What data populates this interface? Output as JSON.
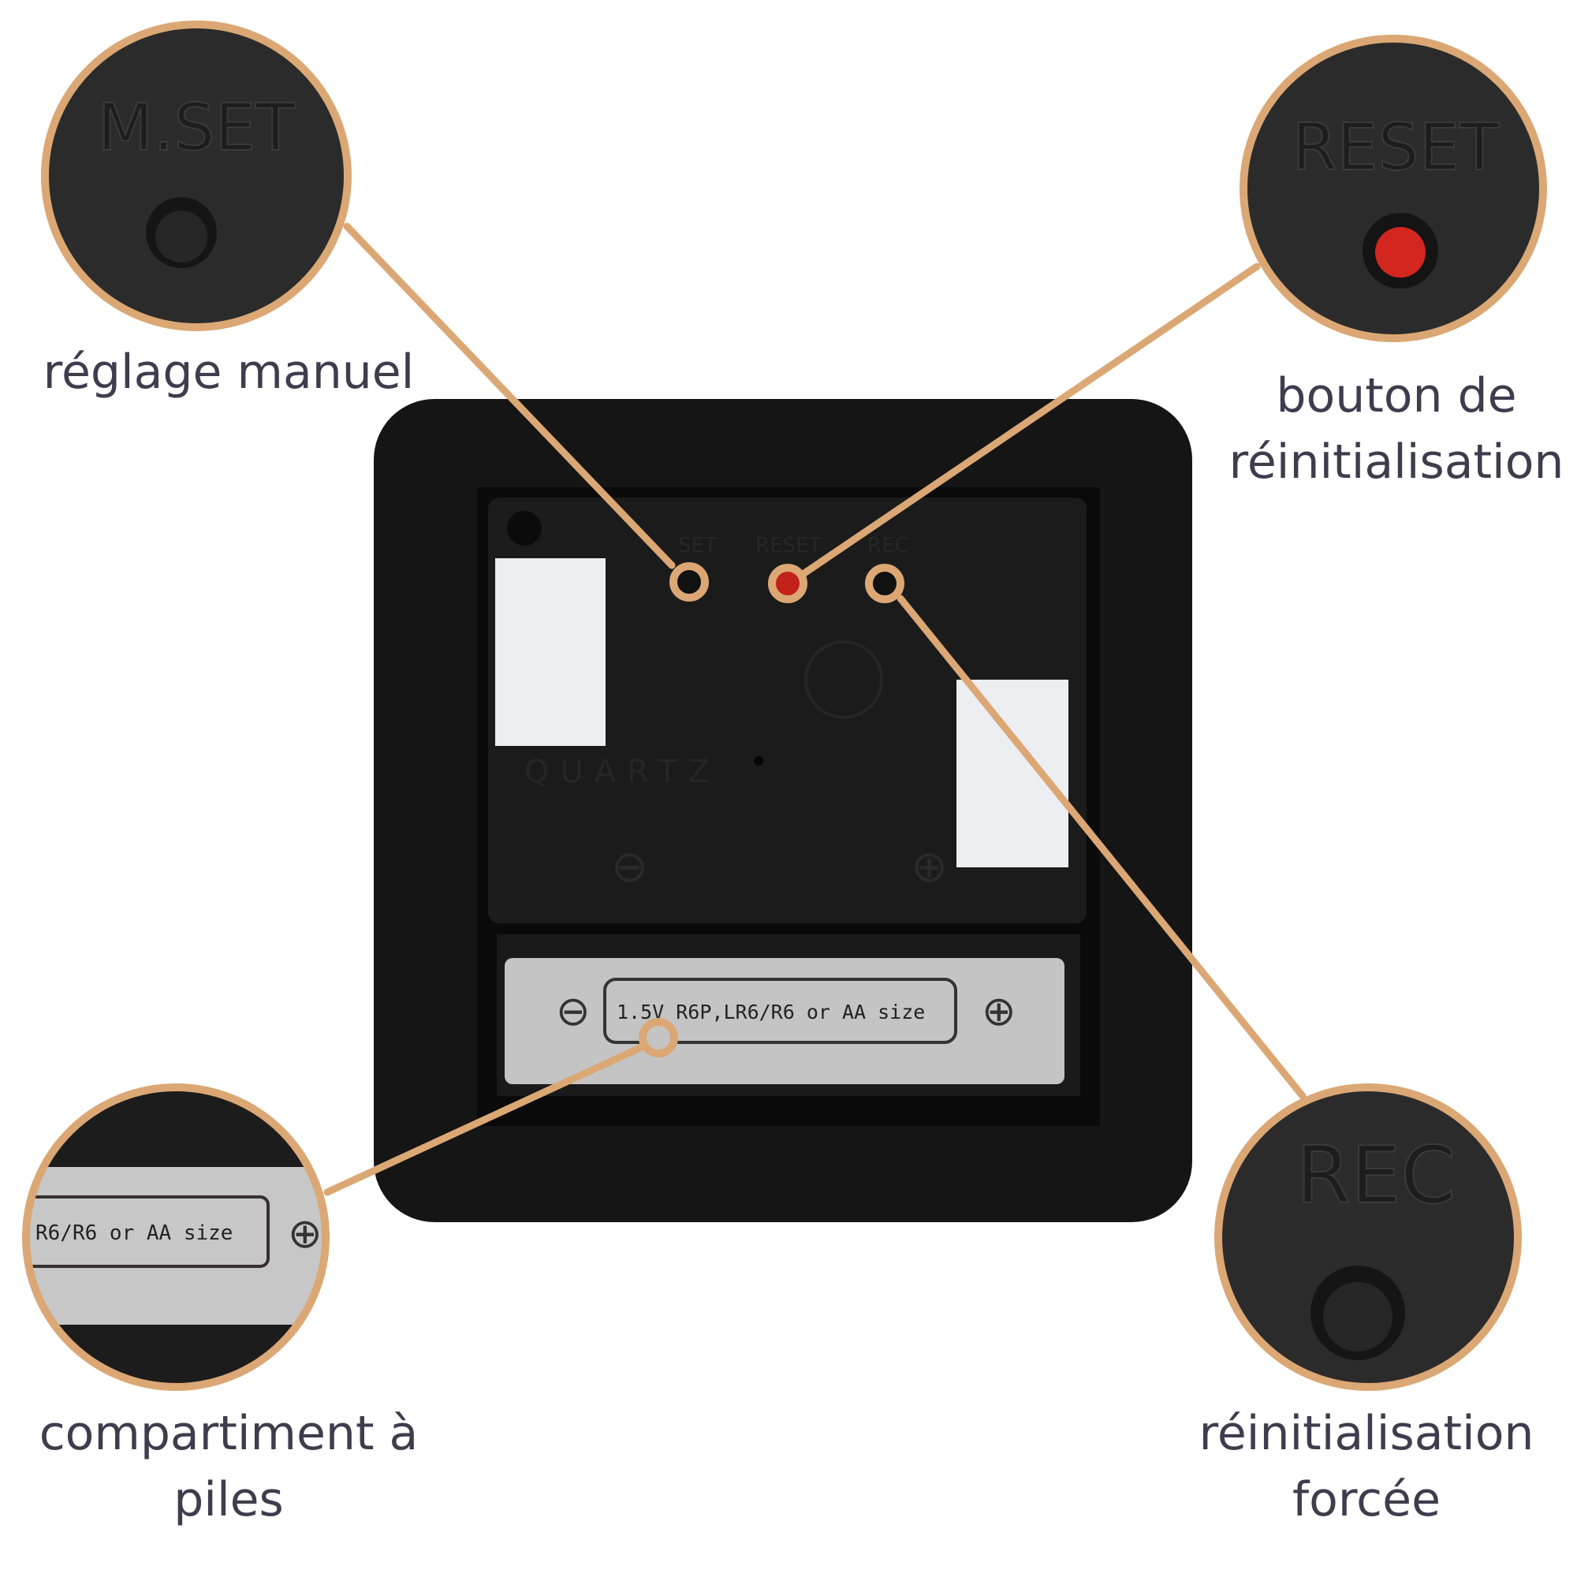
{
  "colors": {
    "accent": "#dba774",
    "text": "#3f3c4e",
    "button_red": "#d3261f",
    "housing": "#151515"
  },
  "callouts": {
    "manual_set": {
      "label": "réglage manuel",
      "engraving": "M.SET"
    },
    "reset": {
      "label_line1": "bouton de",
      "label_line2": "réinitialisation",
      "engraving": "RESET"
    },
    "battery": {
      "label_line1": "compartiment à",
      "label_line2": "piles",
      "engraving": "R6/R6 or AA size"
    },
    "forced_reset": {
      "label_line1": "réinitialisation",
      "label_line2": "forcée",
      "engraving": "REC"
    }
  },
  "movement": {
    "battery_label": "1.5V R6P,LR6/R6 or AA size",
    "brand_mark": "QUARTZ",
    "minus": "⊖",
    "plus": "⊕",
    "top_labels": [
      "SET",
      "RESET",
      "REC"
    ]
  }
}
